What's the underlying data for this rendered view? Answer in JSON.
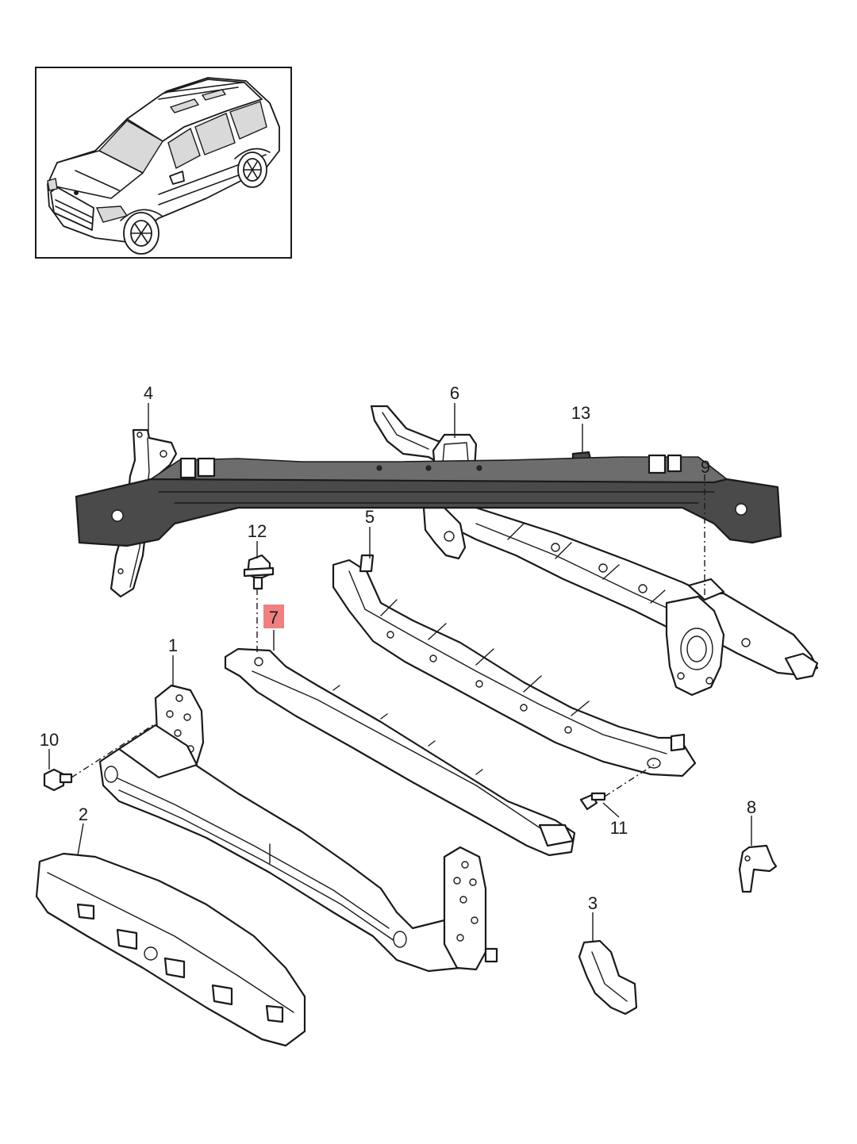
{
  "callouts": [
    {
      "id": "1",
      "label": "1"
    },
    {
      "id": "2",
      "label": "2"
    },
    {
      "id": "3",
      "label": "3"
    },
    {
      "id": "4",
      "label": "4"
    },
    {
      "id": "5",
      "label": "5"
    },
    {
      "id": "6",
      "label": "6"
    },
    {
      "id": "7",
      "label": "7",
      "highlighted": true
    },
    {
      "id": "8",
      "label": "8"
    },
    {
      "id": "9",
      "label": "9"
    },
    {
      "id": "10",
      "label": "10"
    },
    {
      "id": "11",
      "label": "11"
    },
    {
      "id": "12",
      "label": "12"
    },
    {
      "id": "13",
      "label": "13"
    }
  ],
  "colors": {
    "highlight": "#f08080",
    "line": "#1a1a1a",
    "dark_part": "#4a4a4a"
  }
}
